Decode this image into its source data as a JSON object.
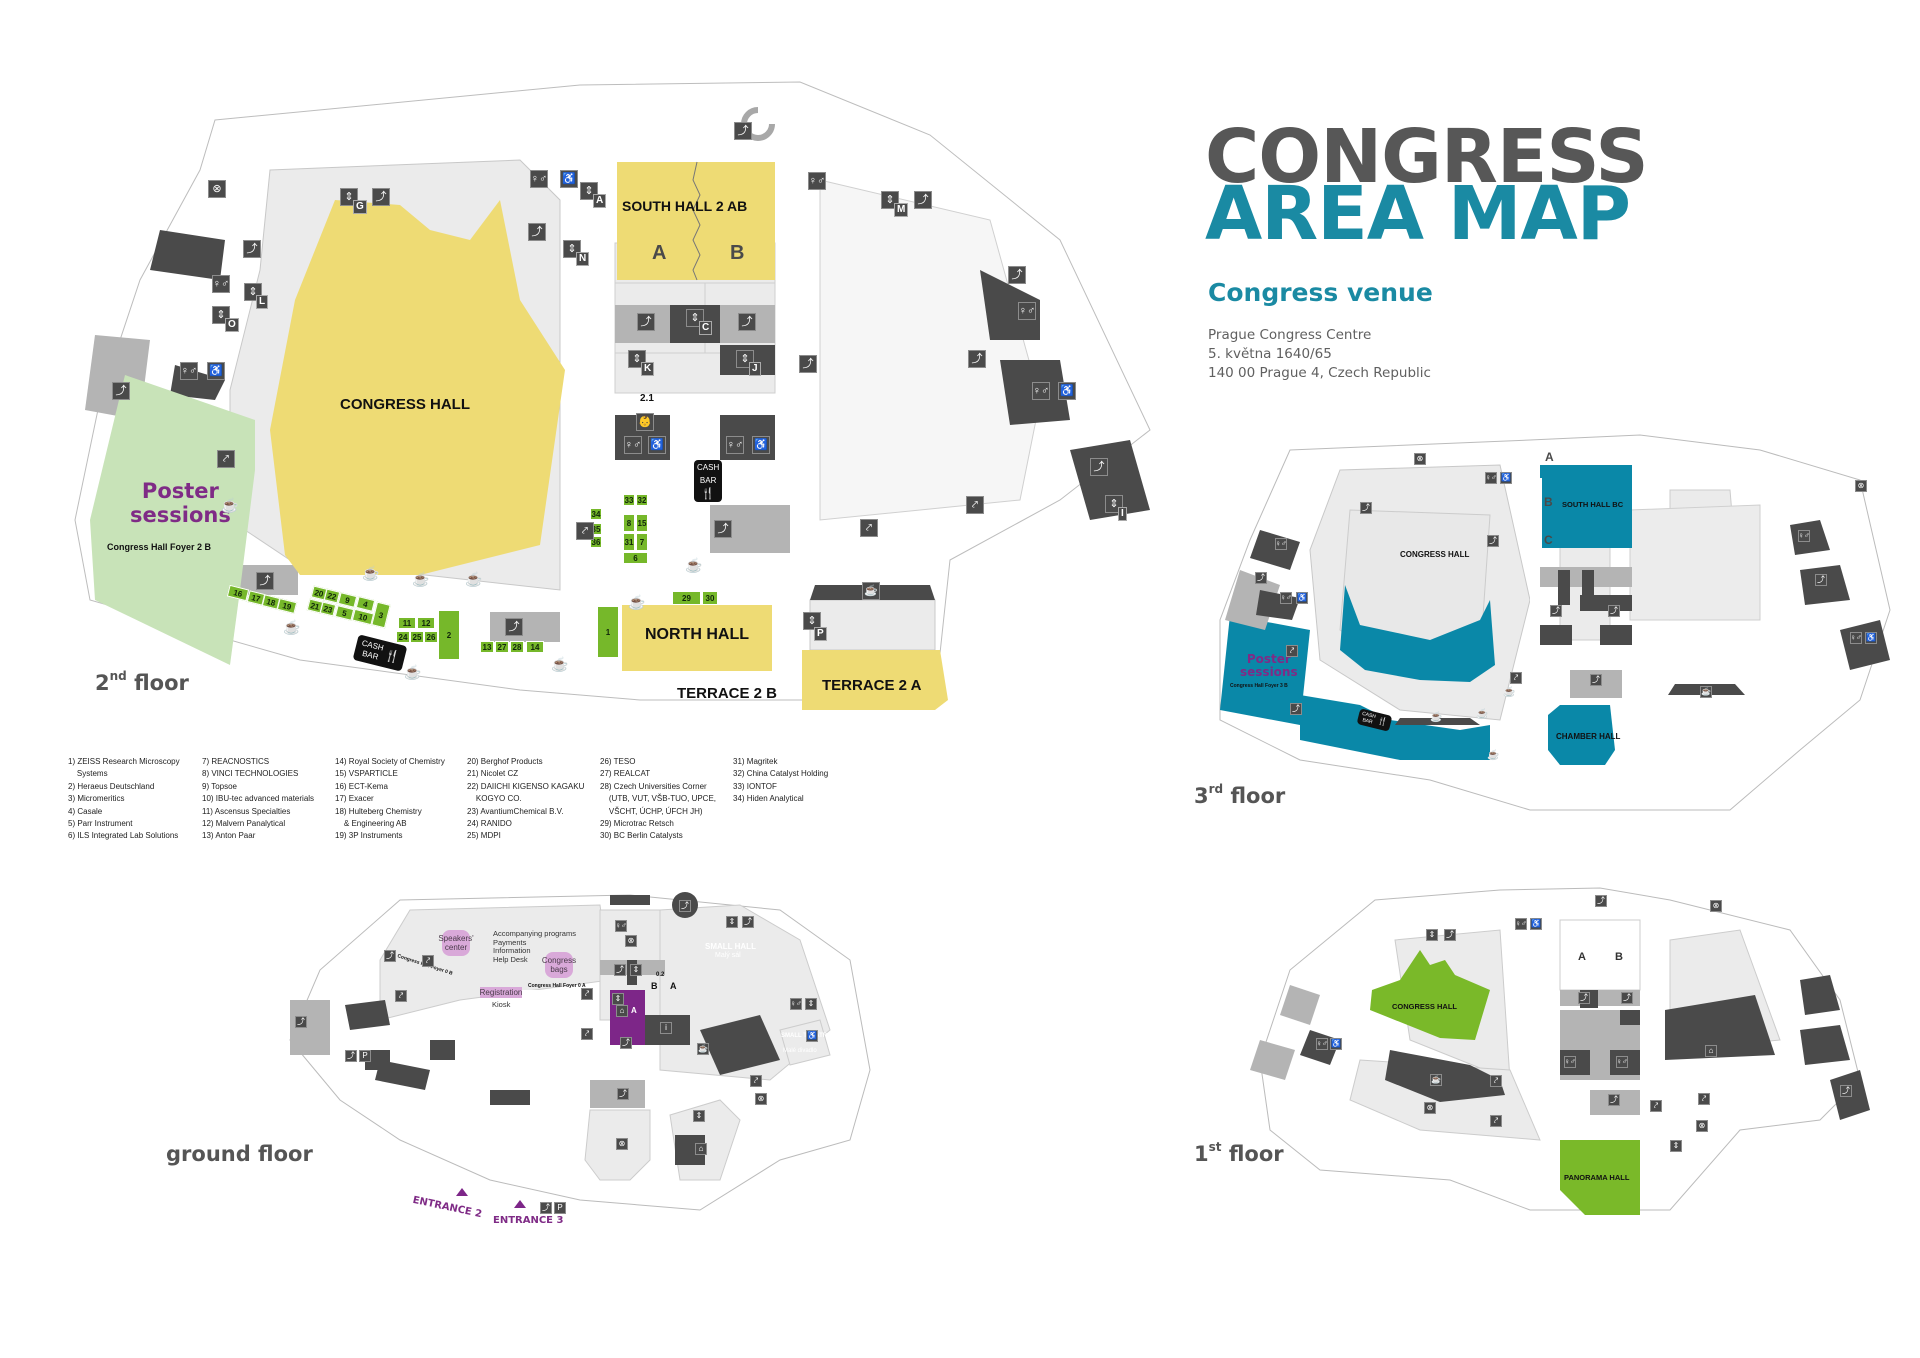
{
  "header": {
    "title_line1": "CONGRESS",
    "title_line2": "AREA MAP",
    "venue_heading": "Congress venue",
    "venue_address": [
      "Prague Congress Centre",
      "5. května 1640/65",
      "140 00 Prague 4, Czech Republic"
    ]
  },
  "colors": {
    "title_gray": "#575757",
    "accent_teal": "#1a8aa3",
    "hall_yellow": "#eedb74",
    "poster_green": "#c8e3b8",
    "booth_green": "#76b82a",
    "floor3_teal": "#0a88a8",
    "floor1_green": "#7ab929",
    "ground_purple": "#7d2688",
    "ground_lilac": "#d9a9d9",
    "room_dark": "#4a4a4a",
    "room_mid": "#b4b4b4",
    "room_light": "#ebebeb"
  },
  "icons": {
    "stairs": "stairs-icon",
    "elevator": "elevator-icon",
    "toilets": "toilets-icon",
    "wheelchair": "wheelchair-accessible-icon",
    "escalator": "escalator-icon",
    "coffee": "coffee-icon",
    "cash_bar": "cash-bar-icon",
    "cloakroom": "cloakroom-icon",
    "info": "information-icon",
    "baby_change": "baby-change-icon",
    "parking": "parking-icon",
    "no_entry": "staff-only-icon"
  },
  "floor2": {
    "label_main": "2",
    "label_sup": "nd",
    "label_rest": " floor",
    "halls": {
      "congress_hall": "CONGRESS HALL",
      "south_hall": "SOUTH HALL 2 AB",
      "south_a": "A",
      "south_b": "B",
      "north_hall": "NORTH HALL",
      "terrace_2b": "TERRACE 2 B",
      "terrace_2a": "TERRACE 2 A",
      "room_2_1": "2.1"
    },
    "poster": {
      "title_line1": "Poster",
      "title_line2": "sessions",
      "subtitle": "Congress Hall Foyer 2 B"
    },
    "cash_bar": {
      "line1": "CASH",
      "line2": "BAR"
    },
    "elevators": [
      "A",
      "G",
      "N",
      "L",
      "O",
      "C",
      "K",
      "J",
      "M",
      "I",
      "P"
    ],
    "booths": [
      "1",
      "2",
      "3",
      "4",
      "5",
      "6",
      "7",
      "8",
      "9",
      "10",
      "11",
      "12",
      "13",
      "14",
      "15",
      "16",
      "17",
      "18",
      "19",
      "20",
      "21",
      "22",
      "23",
      "24",
      "25",
      "26",
      "27",
      "28",
      "29",
      "30",
      "31",
      "32",
      "33",
      "34",
      "35",
      "36"
    ]
  },
  "exhibitors": {
    "col1": [
      "1) ZEISS Research Microscopy\n    Systems",
      "2) Heraeus Deutschland",
      "3) Micromeritics",
      "4) Casale",
      "5) Parr Instrument",
      "6) ILS Integrated Lab Solutions"
    ],
    "col2": [
      "7) REACNOSTICS",
      "8) VINCI TECHNOLOGIES",
      "9) Topsoe",
      "10) IBU-tec advanced materials",
      "11) Ascensus Specialties",
      "12) Malvern Panalytical",
      "13) Anton Paar"
    ],
    "col3": [
      "14) Royal Society of Chemistry",
      "15) VSPARTICLE",
      "16) ECT-Kema",
      "17) Exacer",
      "18) Hulteberg Chemistry\n    & Engineering AB",
      "19) 3P Instruments"
    ],
    "col4": [
      "20) Berghof Products",
      "21) Nicolet CZ",
      "22) DAIICHI KIGENSO KAGAKU\n    KOGYO CO.",
      "23) AvantiumChemical B.V.",
      "24) RANIDO",
      "25) MDPI"
    ],
    "col5": [
      "26) TESO",
      "27) REALCAT",
      "28) Czech Universities Corner\n    (UTB, VUT, VŠB-TUO, UPCE,\n    VŠCHT, ÚCHP, ÚFCH JH)",
      "29) Microtrac Retsch",
      "30) BC Berlin Catalysts"
    ],
    "col6": [
      "31) Magritek",
      "32) China Catalyst Holding",
      "33) IONTOF",
      "34) Hiden Analytical"
    ]
  },
  "floor3": {
    "label_main": "3",
    "label_sup": "rd",
    "label_rest": " floor",
    "congress_hall": "CONGRESS HALL",
    "south_hall": "SOUTH HALL BC",
    "south_a": "A",
    "south_b": "B",
    "south_c": "C",
    "chamber_hall": "CHAMBER HALL",
    "poster_line1": "Poster",
    "poster_line2": "sessions",
    "poster_subtitle": "Congress Hall Foyer 3 B",
    "cash_bar_line1": "CASH",
    "cash_bar_line2": "BAR"
  },
  "ground": {
    "label": "ground floor",
    "speakers_center": "Speakers' center",
    "accompanying": [
      "Accompanying programs",
      "Payments",
      "Information",
      "Help Desk"
    ],
    "congress_bags": "Congress bags",
    "registration": "Registration",
    "kiosk": "Kiosk",
    "foyer_0b": "Congress Hall Foyer 0 B",
    "foyer_0a": "Congress Hall Foyer 0 A",
    "small_hall": "SMALL HALL",
    "small_hall_sub": "Malý sál",
    "small_theatre": "SMALL THEATRE",
    "small_theatre_sub": "Malé divadlo",
    "room_02": "0.2",
    "room_b": "B",
    "room_a": "A",
    "cloak_a": "A",
    "entrance_2": "ENTRANCE 2",
    "entrance_3": "ENTRANCE 3"
  },
  "floor1": {
    "label_main": "1",
    "label_sup": "st",
    "label_rest": " floor",
    "congress_hall": "CONGRESS HALL",
    "panorama_hall": "PANORAMA HALL",
    "room_a": "A",
    "room_b": "B"
  }
}
